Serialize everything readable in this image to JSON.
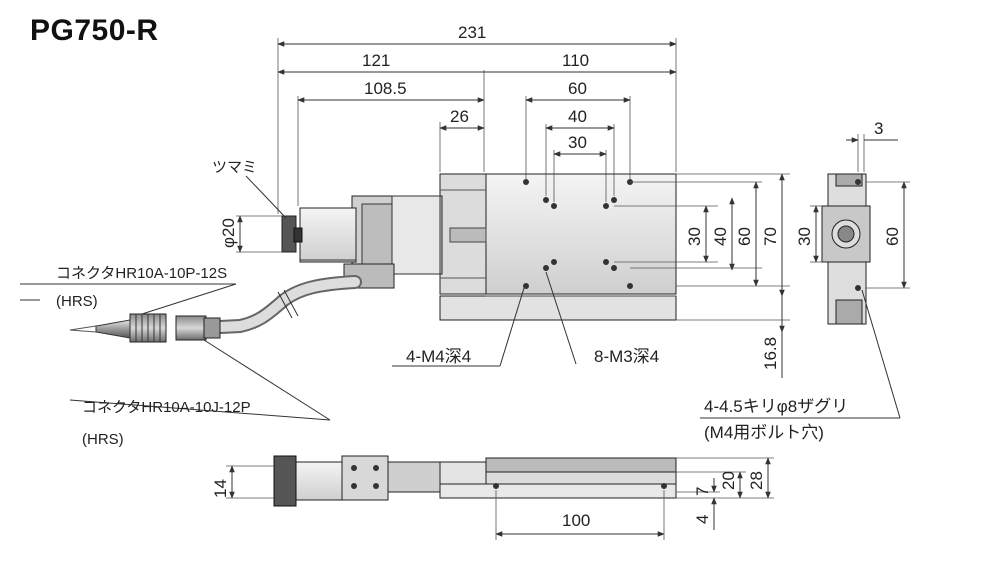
{
  "title": "PG750-R",
  "dims": {
    "d231": "231",
    "d121": "121",
    "d110": "110",
    "d108_5": "108.5",
    "d60_top": "60",
    "d40_top": "40",
    "d26": "26",
    "d30_top": "30",
    "d3": "3",
    "d20": "φ20",
    "d30_v": "30",
    "d40_v": "40",
    "d60_v": "60",
    "d70_v": "70",
    "d30_side": "30",
    "d60_side": "60",
    "d16_8": "16.8",
    "d14": "14",
    "d100": "100",
    "d4": "4",
    "d7": "7",
    "d20_b": "20",
    "d28": "28"
  },
  "labels": {
    "knob": "ツマミ",
    "connector_p": "コネクタHR10A-10P-12S",
    "hrs1": "(HRS)",
    "connector_j": "コネクタHR10A-10J-12P",
    "hrs2": "(HRS)",
    "m4": "4-M4深4",
    "m3": "8-M3深4",
    "kiri": "4-4.5キリφ8ザグリ",
    "bolt": "(M4用ボルト穴)"
  }
}
